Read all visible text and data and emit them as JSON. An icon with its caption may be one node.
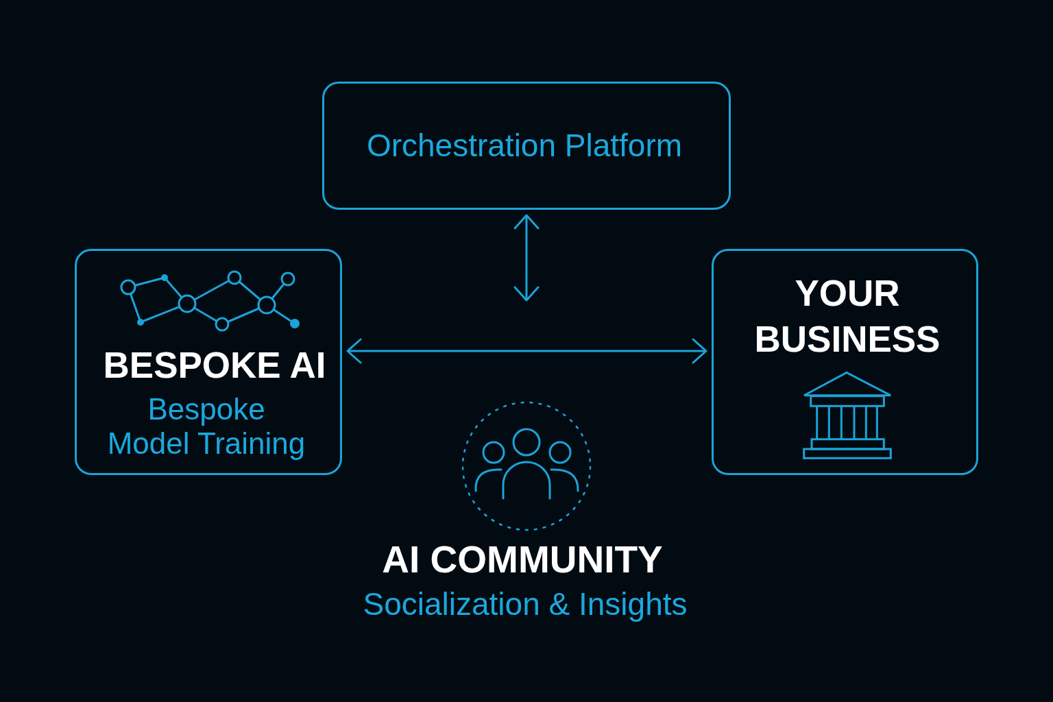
{
  "diagram": {
    "nodes": [
      {
        "text": [
          "Orchestration Platform"
        ]
      },
      {
        "text": [
          "BESPOKE AI",
          "Bespoke Model Training"
        ]
      },
      {
        "text": [
          "YOUR BUSINESS"
        ]
      },
      {
        "text": [
          "AI COMMUNITY",
          "Socialization & Insights"
        ]
      }
    ],
    "edges": [
      {
        "from": 0,
        "to": null,
        "arrow": "both"
      },
      {
        "from": 1,
        "to": 2,
        "arrow": "both"
      }
    ]
  }
}
